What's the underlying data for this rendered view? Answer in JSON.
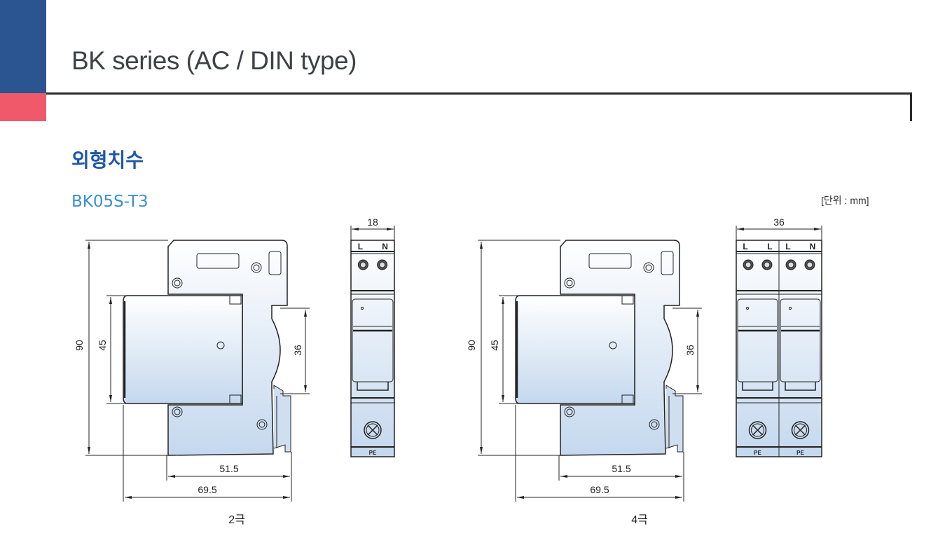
{
  "header": {
    "title": "BK series (AC / DIN type)"
  },
  "section_title": "외형치수",
  "model": "BK05S-T3",
  "unit_label": "[단위 : mm]",
  "colors": {
    "brand_blue": "#2b5591",
    "accent_pink": "#f0596a",
    "section_blue": "#1f58a5",
    "model_blue": "#3b8fd6"
  },
  "drawings": [
    {
      "caption": "2극",
      "dims": {
        "height": "90",
        "cover_height": "45",
        "din": "36",
        "depth_body": "51.5",
        "depth_total": "69.5",
        "width": "18"
      },
      "poles": [
        "L",
        "N"
      ],
      "pe": [
        "PE"
      ]
    },
    {
      "caption": "4극",
      "dims": {
        "height": "90",
        "cover_height": "45",
        "din": "36",
        "depth_body": "51.5",
        "depth_total": "69.5",
        "width": "36"
      },
      "poles": [
        "L",
        "L",
        "L",
        "N"
      ],
      "pe": [
        "PE",
        "PE"
      ]
    }
  ]
}
